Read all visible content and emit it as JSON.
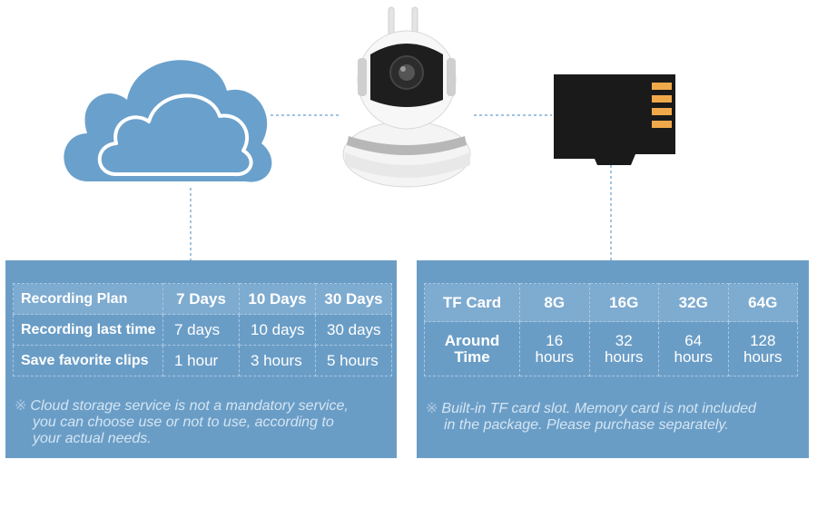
{
  "cloud_plan": {
    "headers": [
      "Recording Plan",
      "7 Days",
      "10 Days",
      "30 Days"
    ],
    "rows": [
      {
        "label": "Recording last time",
        "values": [
          "7 days",
          "10 days",
          "30 days"
        ]
      },
      {
        "label": "Save favorite clips",
        "values": [
          "1 hour",
          "3 hours",
          "5  hours"
        ]
      }
    ],
    "note_mark": "※",
    "note": [
      "Cloud storage service is not a mandatory service,",
      "you can choose use or not to use, according to",
      "your actual needs."
    ]
  },
  "tf_card": {
    "headers": [
      "TF Card",
      "8G",
      "16G",
      "32G",
      "64G"
    ],
    "row_label": [
      "Around",
      "Time"
    ],
    "values": [
      [
        "16",
        "hours"
      ],
      [
        "32",
        "hours"
      ],
      [
        "64",
        "hours"
      ],
      [
        "128",
        "hours"
      ]
    ],
    "note_mark": "※",
    "note": [
      "Built-in TF card slot. Memory card is not included",
      "in the package. Please purchase separately."
    ]
  },
  "colors": {
    "panel": "#6a9dc6",
    "cloud": "#6aa0cc",
    "card": "#1a1a1a",
    "card_contacts": "#f0a94a"
  },
  "icons": [
    "cloud-icon",
    "camera-icon",
    "sd-card-icon"
  ]
}
